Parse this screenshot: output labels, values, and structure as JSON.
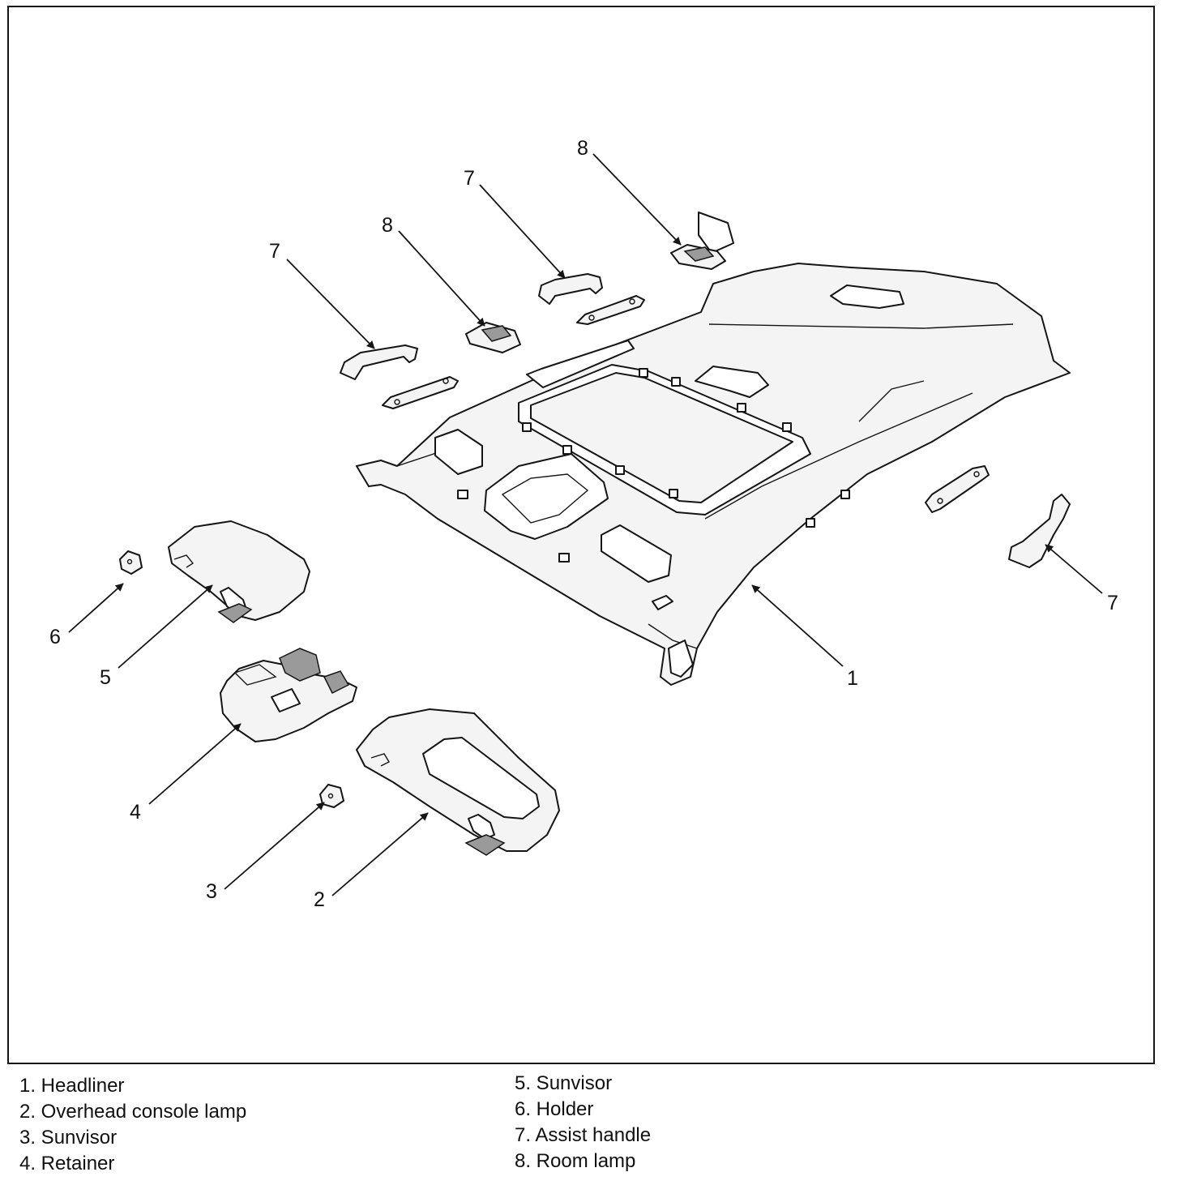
{
  "callouts": {
    "headliner": "1",
    "overhead_console_lamp": "2",
    "sunvisor_right": "3",
    "retainer": "4",
    "sunvisor_left": "5",
    "holder": "6",
    "assist_handle": "7",
    "room_lamp": "8"
  },
  "legend": {
    "left": [
      "1. Headliner",
      "2. Overhead console lamp",
      "3. Sunvisor",
      "4. Retainer"
    ],
    "right": [
      "5. Sunvisor",
      "6. Holder",
      "7. Assist handle",
      "8. Room lamp"
    ]
  }
}
